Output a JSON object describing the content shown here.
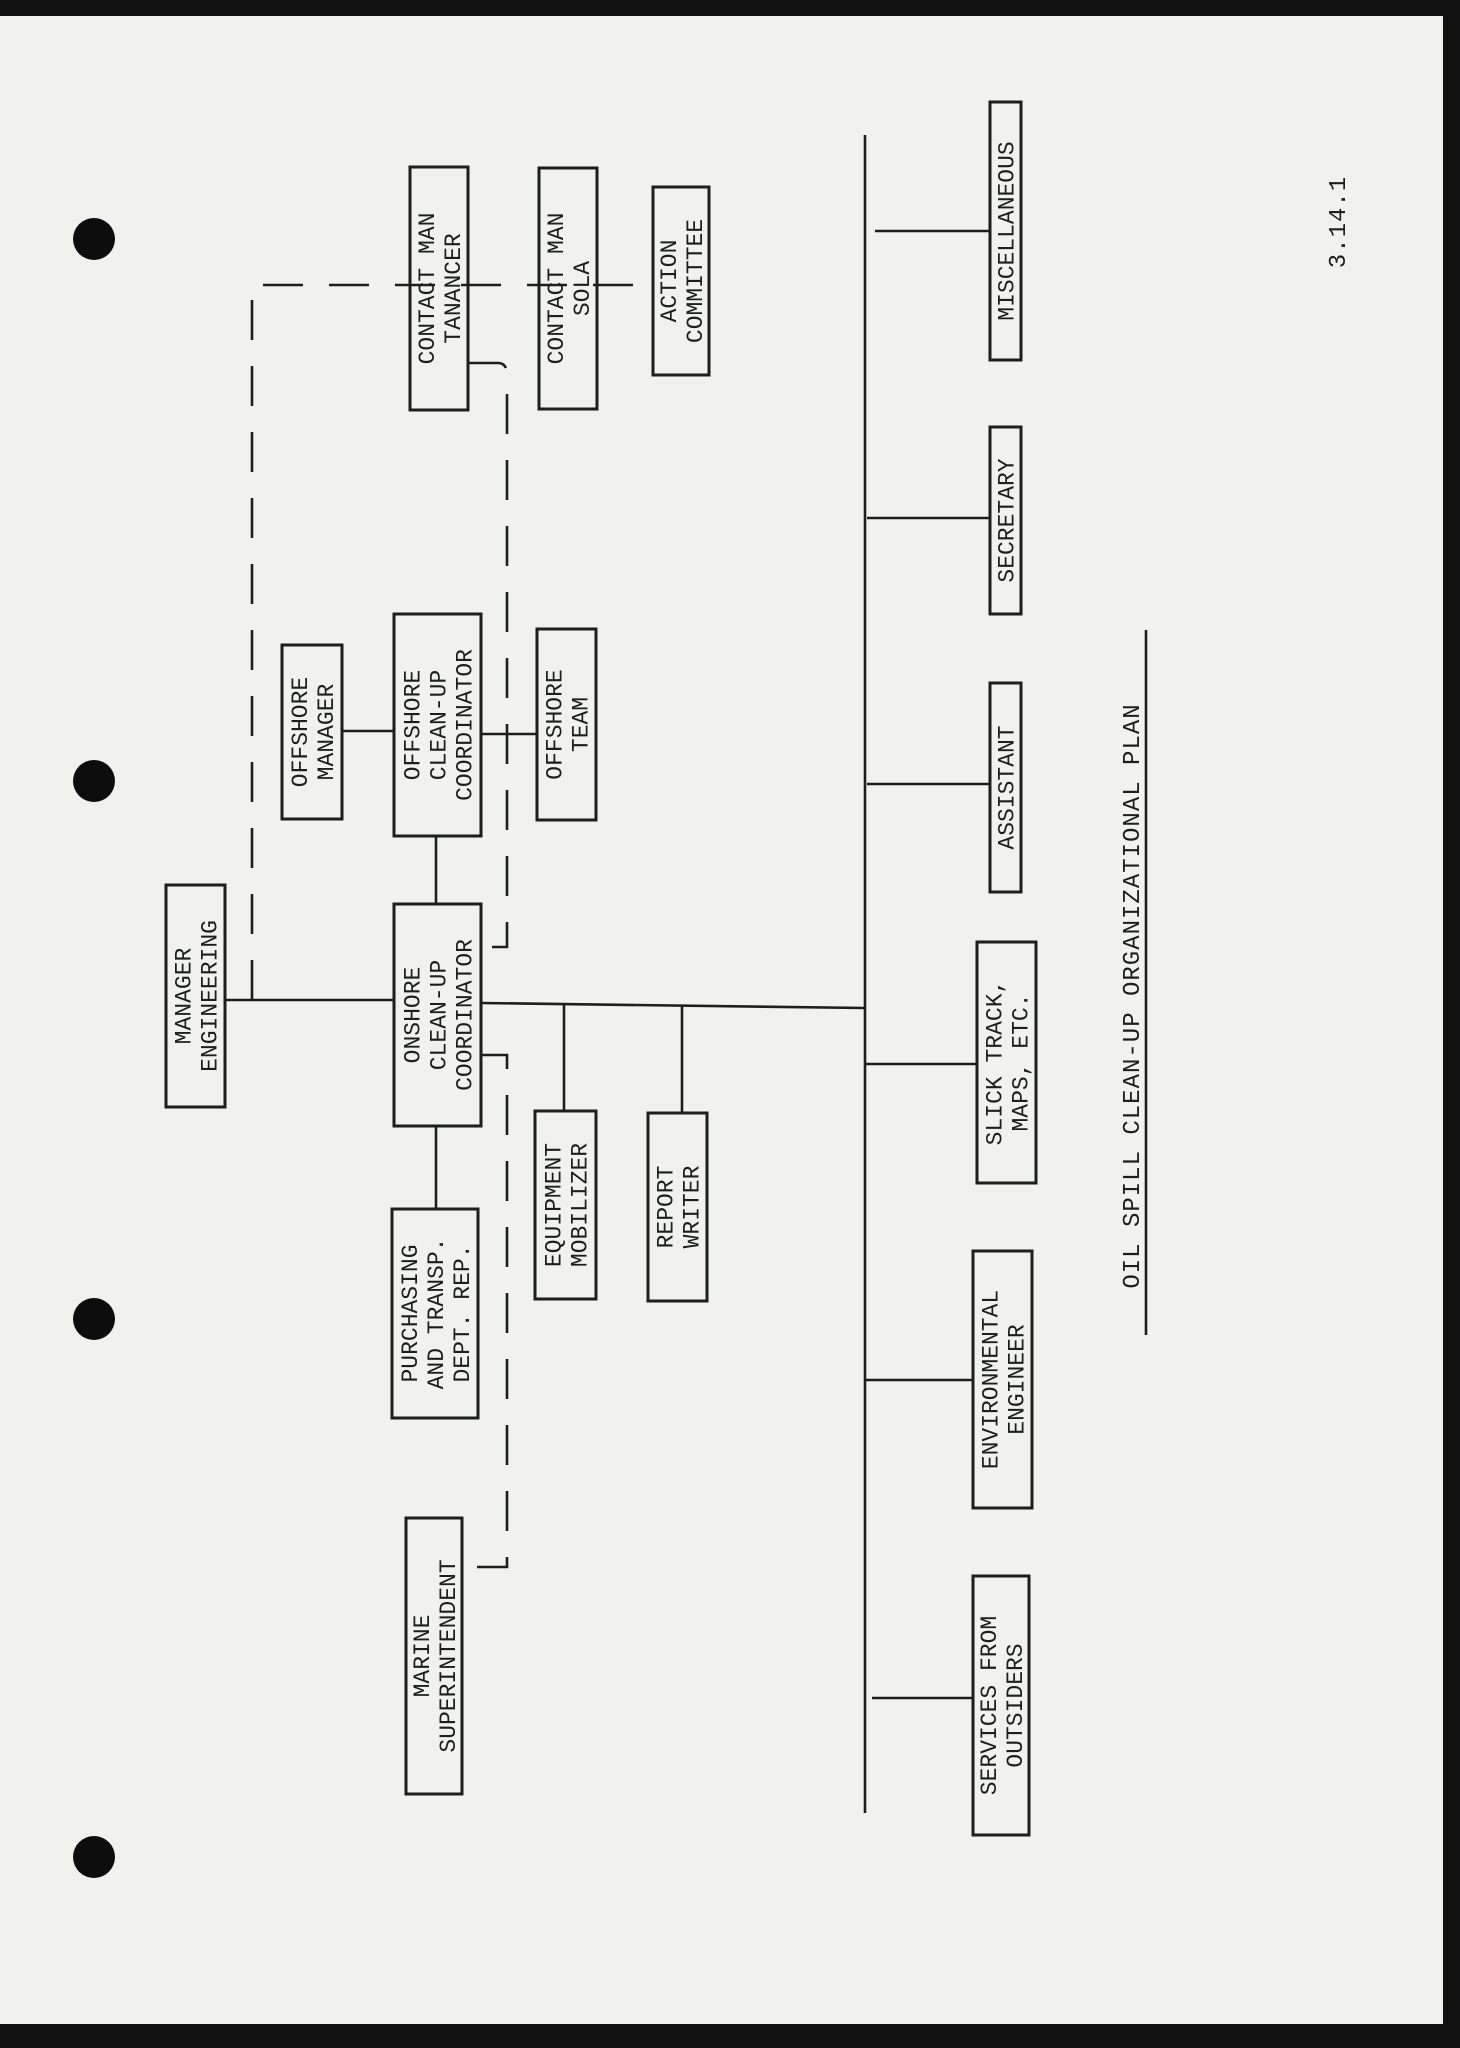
{
  "document": {
    "page_number": "3.14.1",
    "title": "OIL SPILL CLEAN-UP ORGANIZATIONAL PLAN"
  },
  "boxes": {
    "manager_engineering": [
      "MANAGER",
      "ENGINEERING"
    ],
    "offshore_manager": [
      "OFFSHORE",
      "MANAGER"
    ],
    "offshore_coordinator": [
      "OFFSHORE",
      "CLEAN-UP",
      "COORDINATOR"
    ],
    "offshore_team": [
      "OFFSHORE",
      "TEAM"
    ],
    "onshore_coordinator": [
      "ONSHORE",
      "CLEAN-UP",
      "COORDINATOR"
    ],
    "purchasing": [
      "PURCHASING",
      "AND TRANSP.",
      "DEPT. REP."
    ],
    "marine_superintendent": [
      "MARINE",
      "SUPERINTENDENT"
    ],
    "equipment_mobilizer": [
      "EQUIPMENT",
      "MOBILIZER"
    ],
    "report_writer": [
      "REPORT",
      "WRITER"
    ],
    "contact_tanancer": [
      "CONTACT MAN",
      "TANANCER"
    ],
    "contact_sola": [
      "CONTACT MAN",
      "SOLA"
    ],
    "action_committee": [
      "ACTION",
      "COMMITTEE"
    ],
    "miscellaneous": [
      "MISCELLANEOUS"
    ],
    "secretary": [
      "SECRETARY"
    ],
    "assistant": [
      "ASSISTANT"
    ],
    "slick_track": [
      "SLICK TRACK,",
      "MAPS, ETC."
    ],
    "environmental_engineer": [
      "ENVIRONMENTAL",
      "ENGINEER"
    ],
    "services_outsiders": [
      "SERVICES FROM",
      "OUTSIDERS"
    ]
  }
}
